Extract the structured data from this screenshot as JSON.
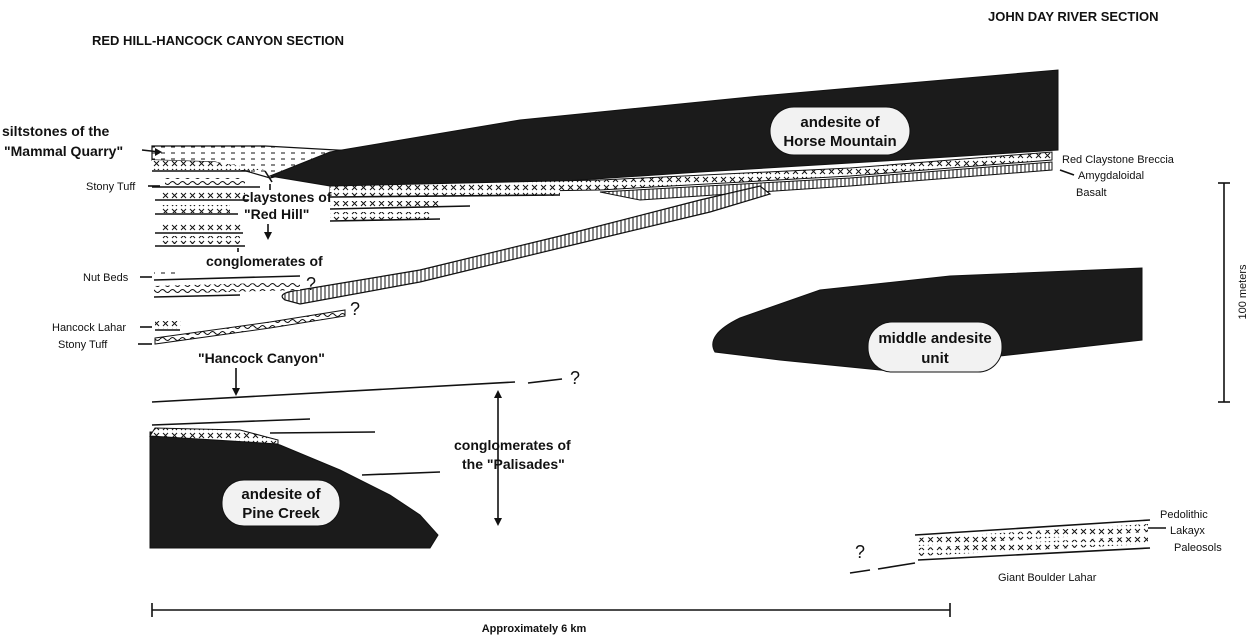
{
  "titles": {
    "left": "RED HILL-HANCOCK CANYON SECTION",
    "right": "JOHN DAY RIVER SECTION"
  },
  "labels": {
    "siltstones_1": "siltstones of the",
    "siltstones_2": "\"Mammal Quarry\"",
    "stony_tuff_upper": "Stony Tuff",
    "claystones_1": "claystones of",
    "claystones_2": "\"Red Hill\"",
    "conglomerates_of": "conglomerates of",
    "nut_beds": "Nut Beds",
    "hancock_lahar": "Hancock Lahar",
    "stony_tuff_lower": "Stony Tuff",
    "hancock_canyon": "\"Hancock Canyon\"",
    "palisades_1": "conglomerates of",
    "palisades_2": "the \"Palisades\"",
    "horse_mtn_1": "andesite of",
    "horse_mtn_2": "Horse Mountain",
    "red_claystone_breccia": "Red Claystone Breccia",
    "amygdaloidal": "Amygdaloidal",
    "basalt": "Basalt",
    "middle_andesite_1": "middle andesite",
    "middle_andesite_2": "unit",
    "pine_creek_1": "andesite of",
    "pine_creek_2": "Pine Creek",
    "pedolithic": "Pedolithic",
    "lakayx": "Lakayx",
    "paleosols": "Paleosols",
    "giant_boulder_lahar": "Giant Boulder Lahar",
    "question": "?"
  },
  "scales": {
    "vertical": "100 meters",
    "horizontal": "Approximately 6 km"
  }
}
